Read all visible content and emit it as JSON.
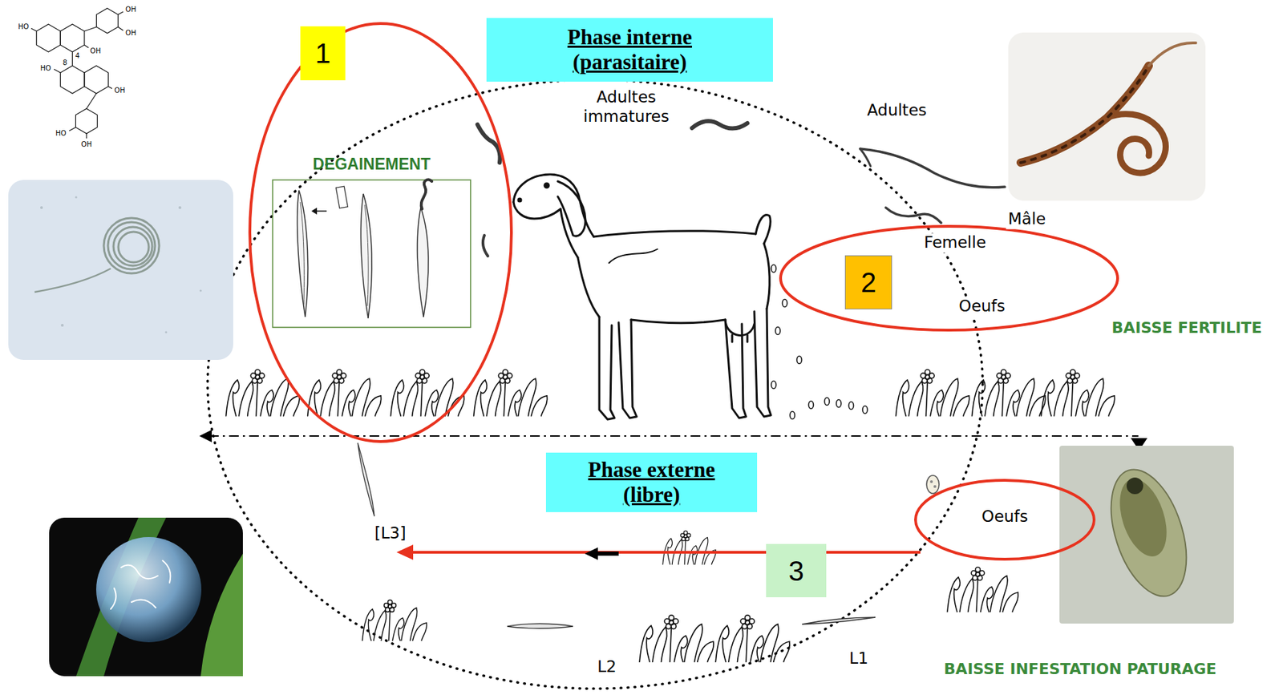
{
  "diagram": {
    "nodes": [
      {
        "text": [
          "1"
        ]
      },
      {
        "text": [
          "Phase interne (parasitaire)"
        ]
      },
      {
        "text": [
          "DEGAINEMENT"
        ]
      },
      {
        "text": [
          "Femelle",
          "Oeufs"
        ]
      },
      {
        "text": [
          "2"
        ],
        "in": 3
      },
      {
        "text": [
          "Phase externe (libre)"
        ]
      },
      {
        "text": [
          "Oeufs"
        ]
      },
      {
        "text": [
          "3"
        ]
      }
    ],
    "labels": [
      "HO",
      "OH",
      "OH",
      "OH",
      "4",
      "8",
      "HO",
      "OH",
      "HO",
      "OH",
      "Adultes immatures",
      "Adultes",
      "Mâle",
      "BAISSE FERTILITE",
      "[L3]",
      "L2",
      "L1",
      "BAISSE INFESTATION PATURAGE"
    ]
  }
}
